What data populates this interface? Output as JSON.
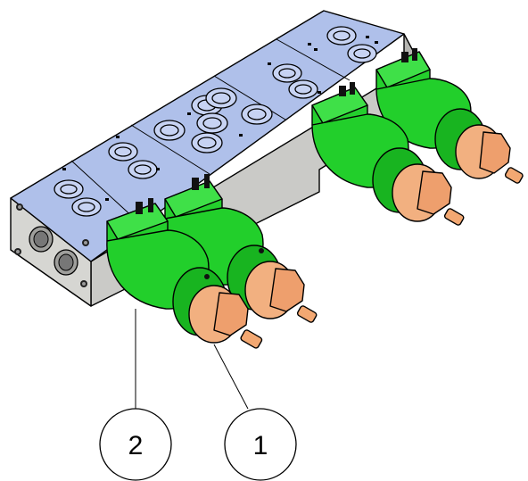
{
  "figure": {
    "callouts": [
      {
        "id": "2",
        "label": "2"
      },
      {
        "id": "1",
        "label": "1"
      }
    ]
  },
  "colors": {
    "manifold_top": "#aebfe9",
    "manifold_face": "#d2d2cf",
    "manifold_side": "#bdbdb9",
    "coil_green": "#22d12c",
    "coil_green_dark": "#119a17",
    "connector_green": "#2bd034",
    "nut_orange": "#f0ad7c",
    "nut_orange_dark": "#c77c4c",
    "line": "#000000"
  }
}
